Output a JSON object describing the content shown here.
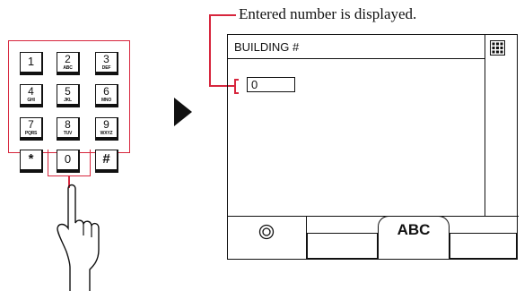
{
  "keypad": {
    "keys": [
      {
        "num": "1",
        "sub": ""
      },
      {
        "num": "2",
        "sub": "ABC"
      },
      {
        "num": "3",
        "sub": "DEF"
      },
      {
        "num": "4",
        "sub": "GHI"
      },
      {
        "num": "5",
        "sub": "JKL"
      },
      {
        "num": "6",
        "sub": "MNO"
      },
      {
        "num": "7",
        "sub": "PQRS"
      },
      {
        "num": "8",
        "sub": "TUV"
      },
      {
        "num": "9",
        "sub": "WXYZ"
      },
      {
        "num": "*",
        "sub": ""
      },
      {
        "num": "0",
        "sub": ""
      },
      {
        "num": "#",
        "sub": ""
      }
    ]
  },
  "screen": {
    "title": "BUILDING #",
    "entered_value": "0",
    "button_abc": "ABC"
  },
  "callout": {
    "text": "Entered number is displayed."
  },
  "colors": {
    "highlight": "#d7263d",
    "line": "#111111"
  }
}
